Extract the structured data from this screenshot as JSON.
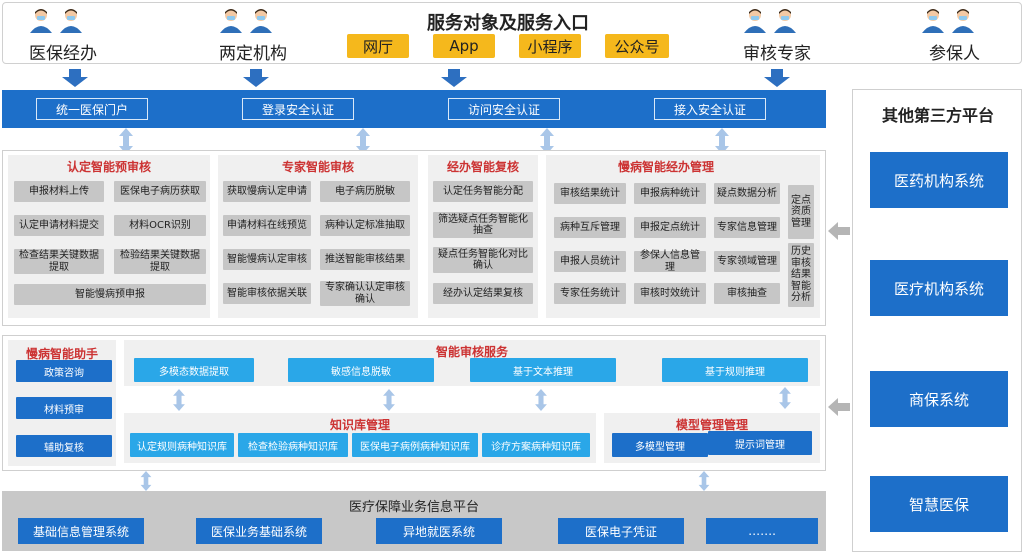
{
  "header": {
    "title": "服务对象及服务入口",
    "audiences": [
      "医保经办",
      "两定机构",
      "审核专家",
      "参保人"
    ],
    "entries": [
      "网厅",
      "App",
      "小程序",
      "公众号"
    ]
  },
  "portal_bar": [
    "统一医保门户",
    "登录安全认证",
    "访问安全认证",
    "接入安全认证"
  ],
  "audit_panels": {
    "rec": {
      "title": "认定智能预审核",
      "items": [
        "申报材料上传",
        "医保电子病历获取",
        "认定申请材料提交",
        "材料OCR识别",
        "检查结果关键数据提取",
        "检验结果关键数据提取",
        "智能慢病预申报"
      ]
    },
    "expert": {
      "title": "专家智能审核",
      "items": [
        "获取慢病认定申请",
        "电子病历脱敏",
        "申请材料在线预览",
        "病种认定标准抽取",
        "智能慢病认定审核",
        "推送智能审核结果",
        "智能审核依据关联",
        "专家确认认定审核确认"
      ]
    },
    "recheck": {
      "title": "经办智能复核",
      "items": [
        "认定任务智能分配",
        "筛选疑点任务智能化抽查",
        "疑点任务智能化对比确认",
        "经办认定结果复核"
      ]
    },
    "mgmt": {
      "title": "慢病智能经办管理",
      "items": [
        "审核结果统计",
        "申报病种统计",
        "疑点数据分析",
        "病种互斥管理",
        "申报定点统计",
        "专家信息管理",
        "申报人员统计",
        "参保人信息管理",
        "专家领域管理",
        "专家任务统计",
        "审核时效统计",
        "审核抽查"
      ],
      "side_items": [
        "定点资质管理",
        "历史审核结果智能分析"
      ]
    }
  },
  "assistant": {
    "title": "慢病智能助手",
    "items": [
      "政策咨询",
      "材料预审",
      "辅助复核"
    ]
  },
  "service": {
    "title": "智能审核服务",
    "items": [
      "多模态数据提取",
      "敏感信息脱敏",
      "基于文本推理",
      "基于规则推理"
    ]
  },
  "knowledge": {
    "title": "知识库管理",
    "items": [
      "认定规则病种知识库",
      "检查检验病种知识库",
      "医保电子病例病种知识库",
      "诊疗方案病种知识库"
    ]
  },
  "model": {
    "title": "模型管理管理",
    "items": [
      "多模型管理",
      "提示词管理"
    ]
  },
  "third_party": {
    "title": "其他第三方平台",
    "items": [
      "医药机构系统",
      "医疗机构系统",
      "商保系统",
      "智慧医保"
    ]
  },
  "platform": {
    "title": "医疗保障业务信息平台",
    "items": [
      "基础信息管理系统",
      "医保业务基础系统",
      "异地就医系统",
      "医保电子凭证",
      "……."
    ]
  },
  "colors": {
    "primary_blue": "#1d6fc9",
    "light_blue": "#2aa7e8",
    "entry_yellow": "#f5b81c",
    "title_red": "#cc3333",
    "arrow_blue": "#2d6fc0",
    "arrow_light": "#a9c6e8"
  },
  "icons": [
    "person-icon",
    "arrow-down-icon",
    "double-arrow-icon",
    "arrow-left-icon"
  ]
}
